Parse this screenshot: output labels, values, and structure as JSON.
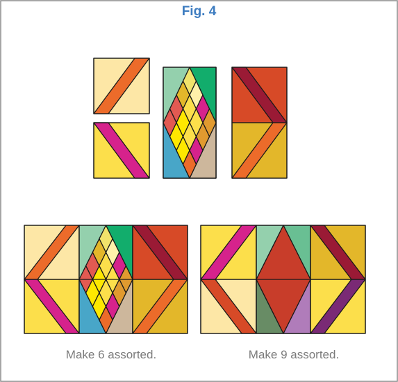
{
  "figure": {
    "title": "Fig. 4",
    "captions": [
      "Make 6 assorted.",
      "Make 9 assorted."
    ]
  },
  "palette": {
    "cream": "#fde7a6",
    "orange": "#ec6b2a",
    "magenta": "#d6228c",
    "yellow": "#fcdf4b",
    "sage": "#94d0ad",
    "green": "#12ad6c",
    "pale_yellow": "#f1e36b",
    "gold": "#e3b72a",
    "light_cream": "#fff1aa",
    "coral": "#e25a52",
    "bright_yellow": "#fee800",
    "tan_orange": "#e19a2f",
    "blue": "#48a6c8",
    "tan": "#cdb79c",
    "dark_red": "#9a1a35",
    "rust": "#d74a27",
    "mustard": "#e3b72a",
    "brick": "#c83d2a",
    "olive_green": "#688c65",
    "lavender": "#b07cba",
    "purple": "#7a2a75",
    "border": "#1a1a1a",
    "frame": "#888888"
  }
}
